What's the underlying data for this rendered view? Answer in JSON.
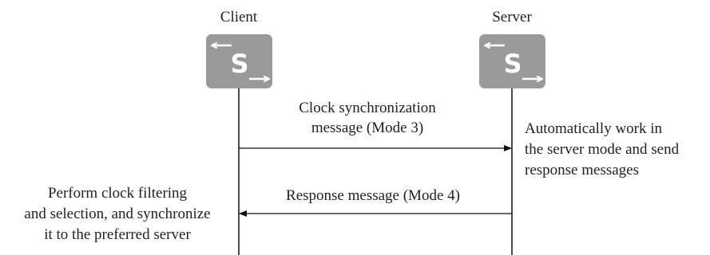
{
  "participants": {
    "client": {
      "label": "Client",
      "icon": "switch-icon"
    },
    "server": {
      "label": "Server",
      "icon": "switch-icon"
    }
  },
  "messages": {
    "request": {
      "line1": "Clock synchronization",
      "line2": "message (Mode 3)",
      "direction": "client-to-server"
    },
    "response": {
      "label": "Response message (Mode 4)",
      "direction": "server-to-client"
    }
  },
  "notes": {
    "server": {
      "line1": "Automatically work in",
      "line2": "the server mode and send",
      "line3": "response messages"
    },
    "client": {
      "line1": "Perform clock filtering",
      "line2": "and selection, and synchronize",
      "line3": "it to the preferred server"
    }
  },
  "colors": {
    "icon_fill": "#9a9a9a",
    "icon_glyph": "#ffffff",
    "line": "#111111",
    "text": "#222222"
  }
}
